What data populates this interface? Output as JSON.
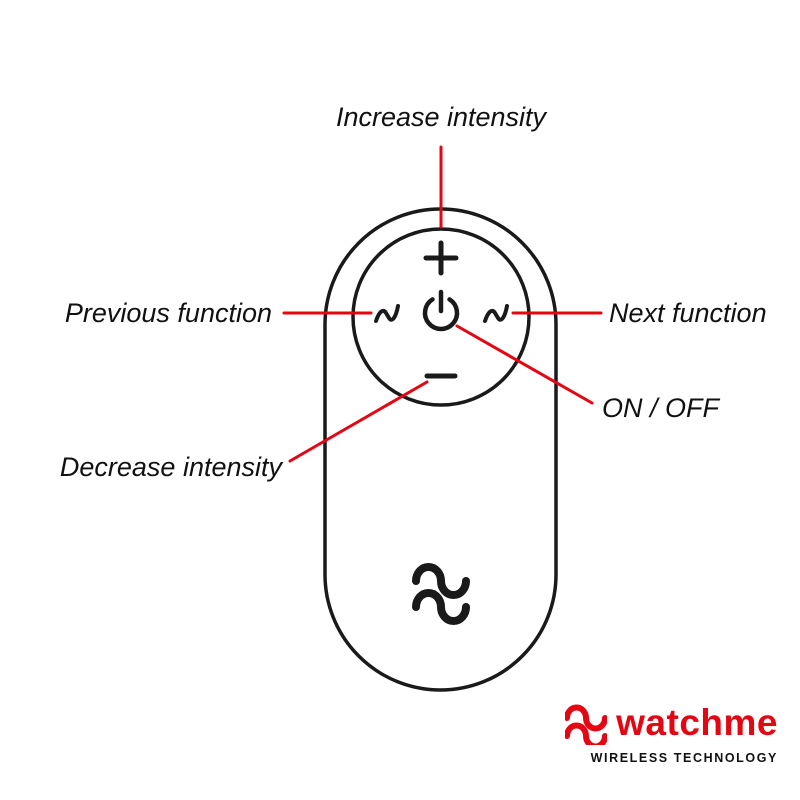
{
  "colors": {
    "accent": "#e30613",
    "ink": "#1a1a1a"
  },
  "labels": {
    "increase": "Increase intensity",
    "previous": "Previous function",
    "next": "Next function",
    "on_off": "ON / OFF",
    "decrease": "Decrease intensity"
  },
  "icons": {
    "plus": "+",
    "minus": "−",
    "power": "⏻",
    "wave_left": "∿",
    "wave_right": "∿",
    "brand_mark": "∿∿"
  },
  "branding": {
    "name": "watchme",
    "tagline": "WIRELESS TECHNOLOGY"
  }
}
